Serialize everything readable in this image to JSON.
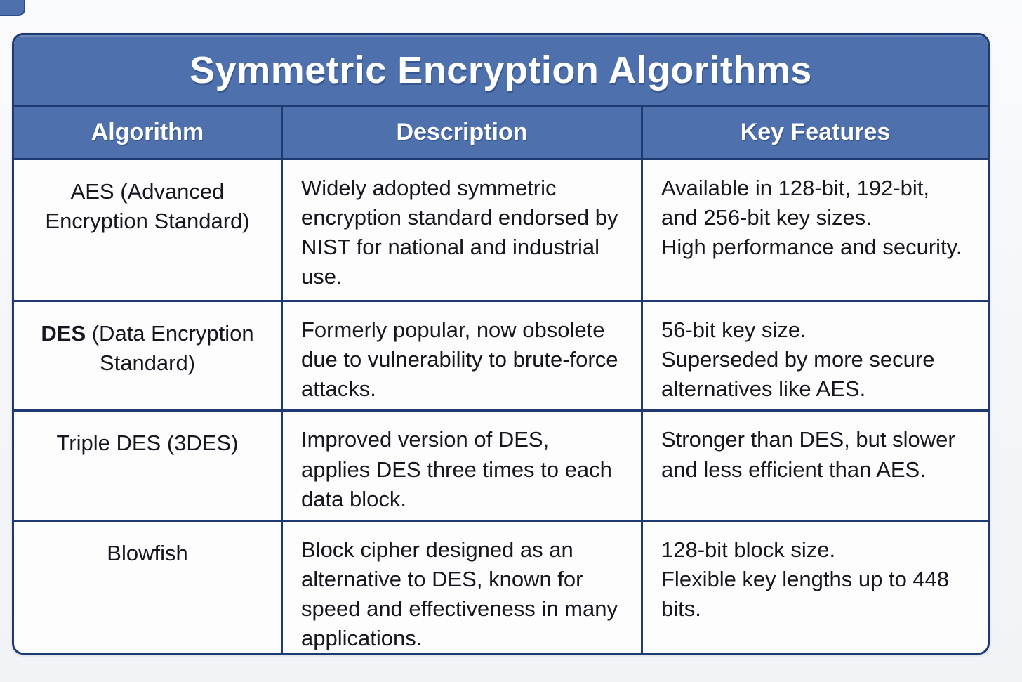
{
  "page": {
    "background": "#f3f5f8",
    "accent_blue": "#4e70ac",
    "border_navy": "#1d3a72",
    "body_text_color": "#16161e"
  },
  "table": {
    "title": "Symmetric Encryption Algorithms",
    "columns": [
      "Algorithm",
      "Description",
      "Key Features"
    ],
    "rows": [
      {
        "name_bold": "",
        "name_rest": "AES (Advanced Encryption Standard)",
        "description": "Widely adopted symmetric encryption standard endorsed by NIST for national and industrial use.",
        "features": [
          "Available in 128-bit, 192-bit, and 256-bit key sizes.",
          "High performance and security."
        ]
      },
      {
        "name_bold": "DES",
        "name_rest": " (Data Encryption Standard)",
        "description": "Formerly popular, now obsolete due to vulnerability to brute-force attacks.",
        "features": [
          "56-bit key size.",
          "Superseded by more secure alternatives like AES."
        ]
      },
      {
        "name_bold": "",
        "name_rest": "Triple DES (3DES)",
        "description": "Improved version of DES, applies DES three times to each data block.",
        "features": [
          "Stronger than DES, but slower and less efficient than AES."
        ]
      },
      {
        "name_bold": "",
        "name_rest": "Blowfish",
        "description": "Block cipher designed as an alternative to DES, known for speed and effectiveness in many applications.",
        "features": [
          "128-bit block size.",
          "Flexible key lengths up to 448 bits."
        ]
      }
    ]
  }
}
